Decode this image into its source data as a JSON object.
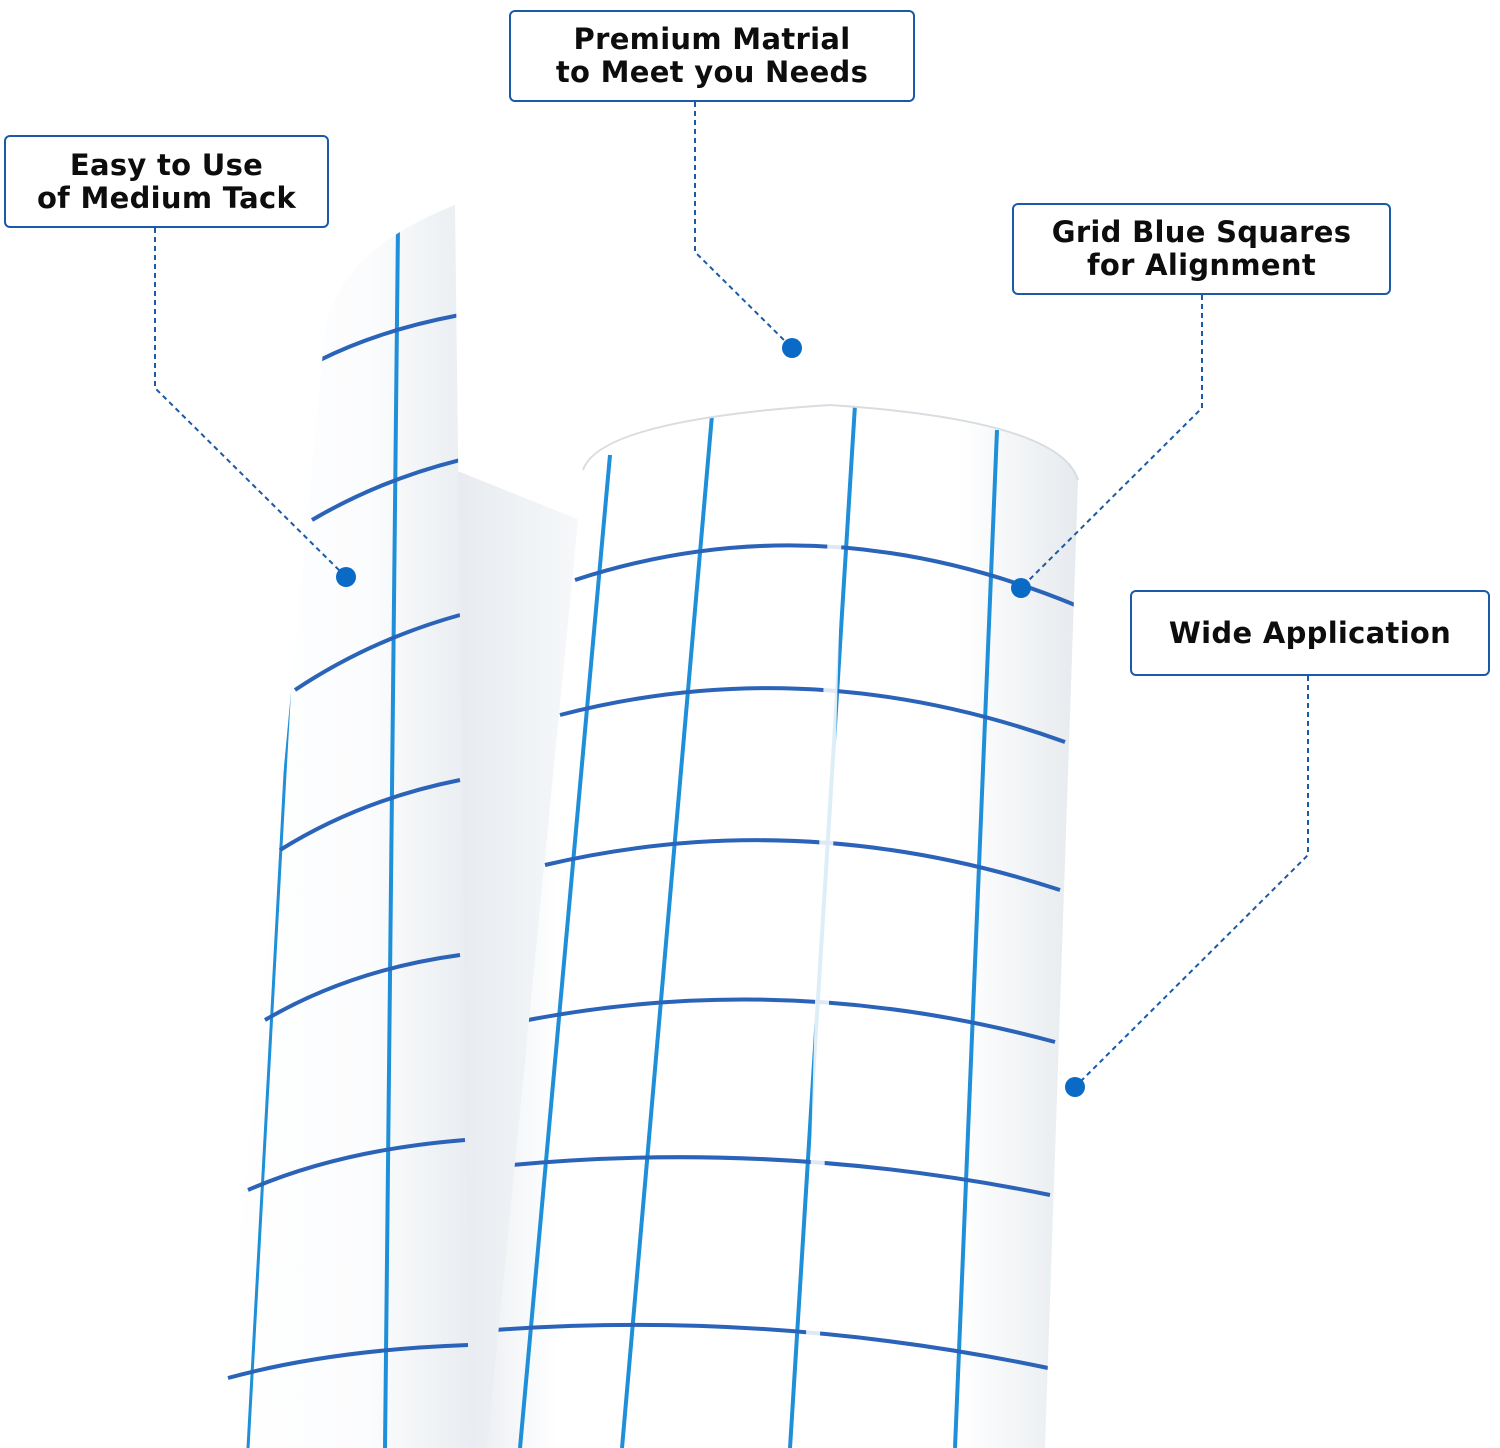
{
  "callouts": {
    "premium": {
      "line1": "Premium Matrial",
      "line2": "to Meet you Needs"
    },
    "easy": {
      "line1": "Easy to Use",
      "line2": "of Medium Tack"
    },
    "grid": {
      "line1": "Grid Blue Squares",
      "line2": "for Alignment"
    },
    "wide": {
      "line1": "Wide Application"
    }
  },
  "colors": {
    "callout_border": "#1a5aa6",
    "pointer_dot": "#0a6bc7",
    "grid_line": "#1e8fd8",
    "grid_line_horizontal": "#2a63b8",
    "film": "#ffffff"
  }
}
